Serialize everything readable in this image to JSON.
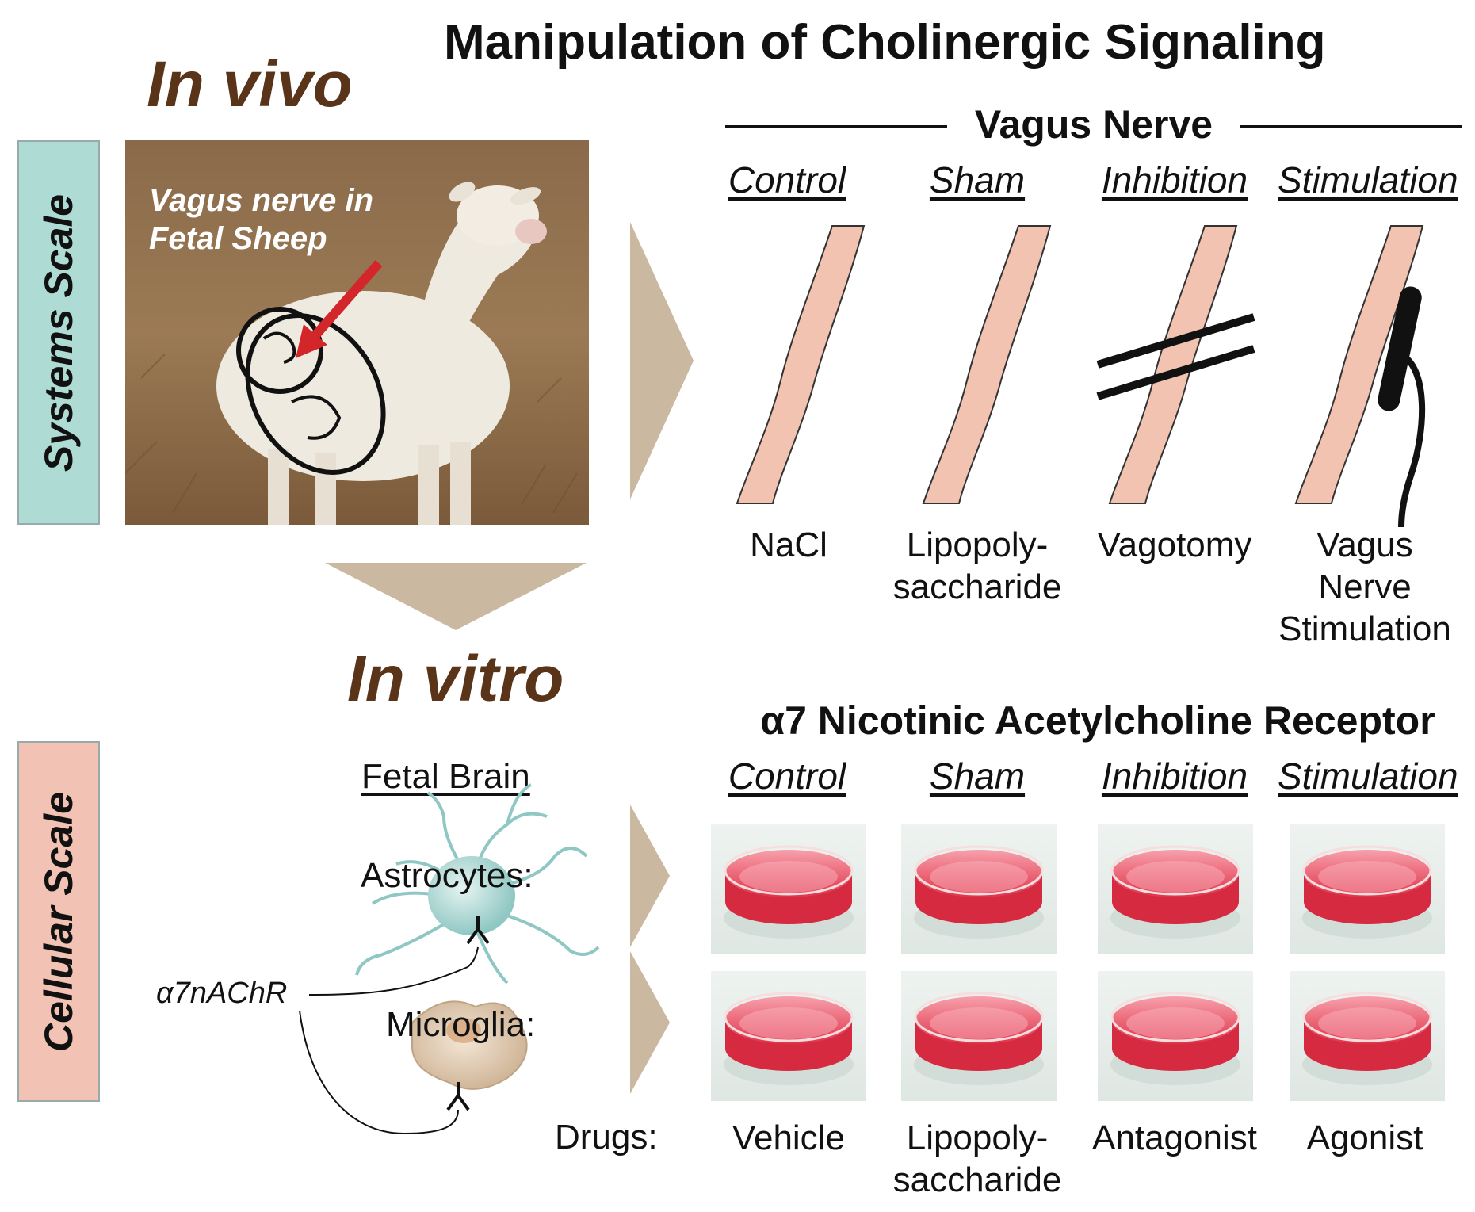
{
  "title": "Manipulation of Cholinergic Signaling",
  "in_vivo": {
    "label": "In vivo",
    "scale_label": "Systems Scale",
    "photo_caption": [
      "Vagus nerve in",
      "Fetal Sheep"
    ],
    "section_header": "Vagus Nerve",
    "columns": [
      {
        "label": "Control",
        "treatment": [
          "NaCl"
        ]
      },
      {
        "label": "Sham",
        "treatment": [
          "Lipopoly-",
          "saccharide"
        ]
      },
      {
        "label": "Inhibition",
        "treatment": [
          "Vagotomy"
        ]
      },
      {
        "label": "Stimulation",
        "treatment": [
          "Vagus",
          "Nerve",
          "Stimulation"
        ]
      }
    ]
  },
  "in_vitro": {
    "label": "In vitro",
    "scale_label": "Cellular Scale",
    "section_header": "α7 Nicotinic Acetylcholine Receptor",
    "fetal_brain": "Fetal Brain",
    "astrocytes": "Astrocytes:",
    "microglia": "Microglia:",
    "receptor": "α7nAChR",
    "drugs_label": "Drugs:",
    "columns": [
      {
        "label": "Control",
        "drug": [
          "Vehicle"
        ]
      },
      {
        "label": "Sham",
        "drug": [
          "Lipopoly-",
          "saccharide"
        ]
      },
      {
        "label": "Inhibition",
        "drug": [
          "Antagonist"
        ]
      },
      {
        "label": "Stimulation",
        "drug": [
          "Agonist"
        ]
      }
    ]
  },
  "colors": {
    "section_brown": "#5a3418",
    "systems_box": "#aedbd4",
    "cellular_box": "#f2c2b4",
    "arrow_tan": "#cbb8a0",
    "nerve_pink": "#f1c3b0",
    "astrocyte": "#8fc7c3",
    "microglia": "#dcc6b0",
    "dish_red": "#e0334a"
  }
}
